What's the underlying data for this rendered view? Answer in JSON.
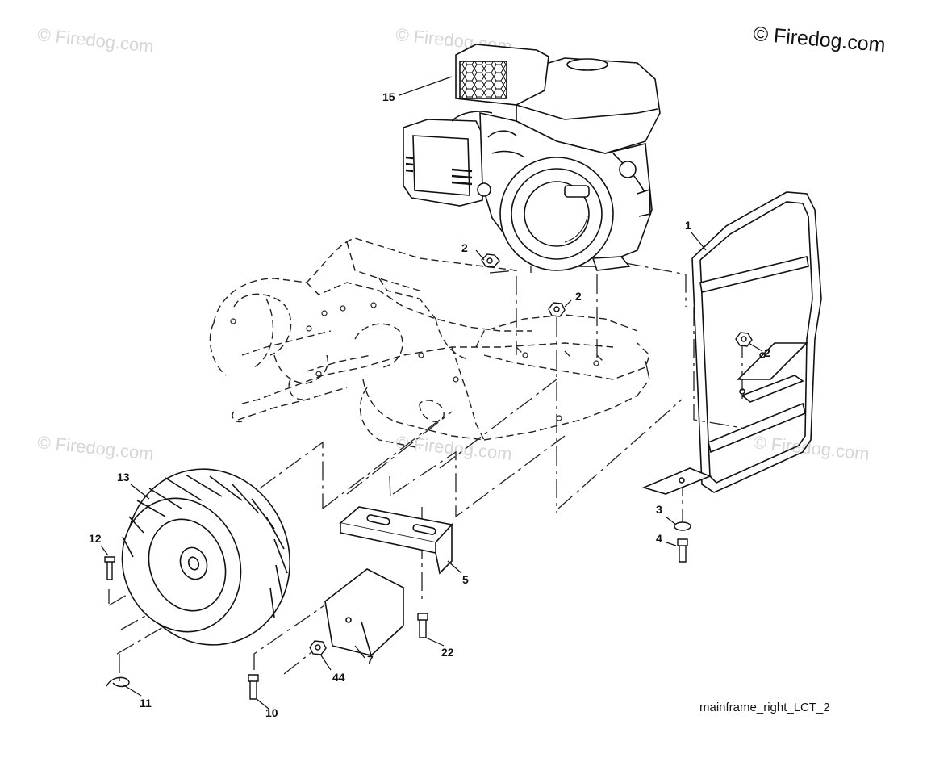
{
  "watermark": "© Firedog.com",
  "copyright": "© Firedog.com",
  "caption": "mainframe_right_LCT_2",
  "callouts": {
    "n1": "1",
    "n2a": "2",
    "n2b": "2",
    "n2c": "2",
    "n3": "3",
    "n4": "4",
    "n5": "5",
    "n7": "7",
    "n10": "10",
    "n11": "11",
    "n12": "12",
    "n13": "13",
    "n15": "15",
    "n22": "22",
    "n44": "44"
  }
}
